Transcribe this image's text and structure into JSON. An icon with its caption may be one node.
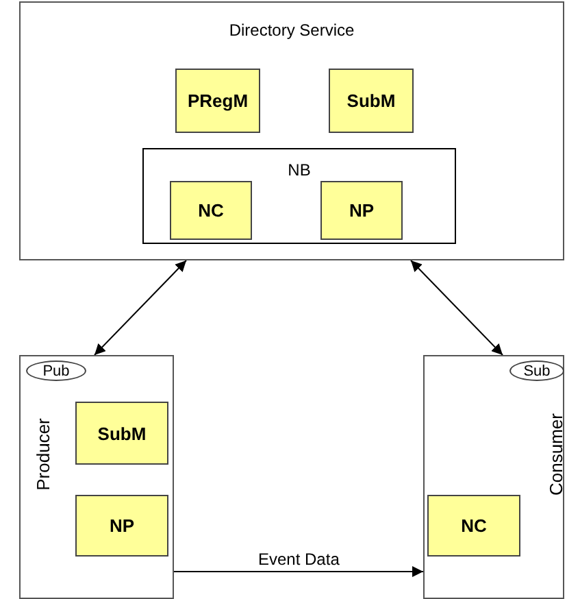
{
  "diagram": {
    "nodes": [
      {
        "text": [
          "Directory Service"
        ]
      },
      {
        "text": [
          "PRegM"
        ],
        "in": 0
      },
      {
        "text": [
          "SubM"
        ],
        "in": 0
      },
      {
        "text": [
          "NB"
        ],
        "in": 0
      },
      {
        "text": [
          "NC"
        ],
        "in": 3
      },
      {
        "text": [
          "NP"
        ],
        "in": 3
      },
      {
        "text": [
          "Producer"
        ]
      },
      {
        "text": [
          "Pub"
        ],
        "in": 6
      },
      {
        "text": [
          "SubM"
        ],
        "in": 6
      },
      {
        "text": [
          "NP"
        ],
        "in": 6
      },
      {
        "text": [
          "Consumer"
        ]
      },
      {
        "text": [
          "Sub"
        ],
        "in": 10
      },
      {
        "text": [
          "NC"
        ],
        "in": 10
      }
    ],
    "edges": [
      {
        "from": 0,
        "to": 6,
        "arrow": "both"
      },
      {
        "from": 0,
        "to": 10,
        "arrow": "both"
      },
      {
        "from": 6,
        "to": 10,
        "arrow": "to",
        "label": "Event Data"
      }
    ]
  }
}
